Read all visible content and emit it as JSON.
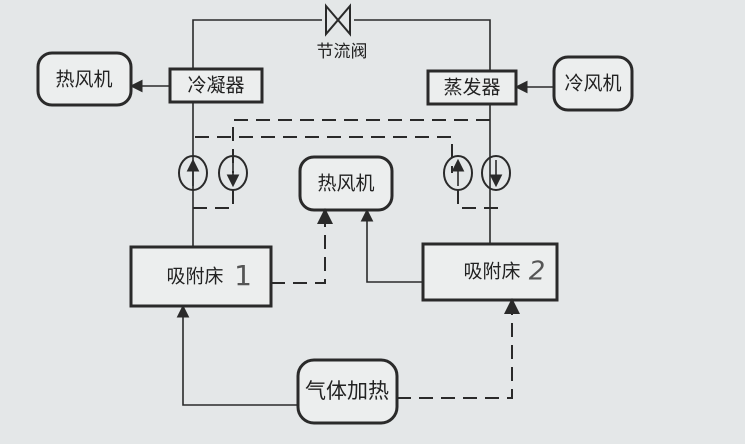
{
  "diagram": {
    "valve_label": "节流阀",
    "hot_fan_left": "热风机",
    "condenser": "冷凝器",
    "evaporator": "蒸发器",
    "cold_fan": "冷风机",
    "hot_fan_center": "热风机",
    "bed_1": "吸附床",
    "bed_1_mark": "1",
    "bed_2": "吸附床",
    "bed_2_mark": "2",
    "gas_heater": "气体加热"
  },
  "colors": {
    "background": "#e4e7e8",
    "line": "#2a2a2a"
  }
}
